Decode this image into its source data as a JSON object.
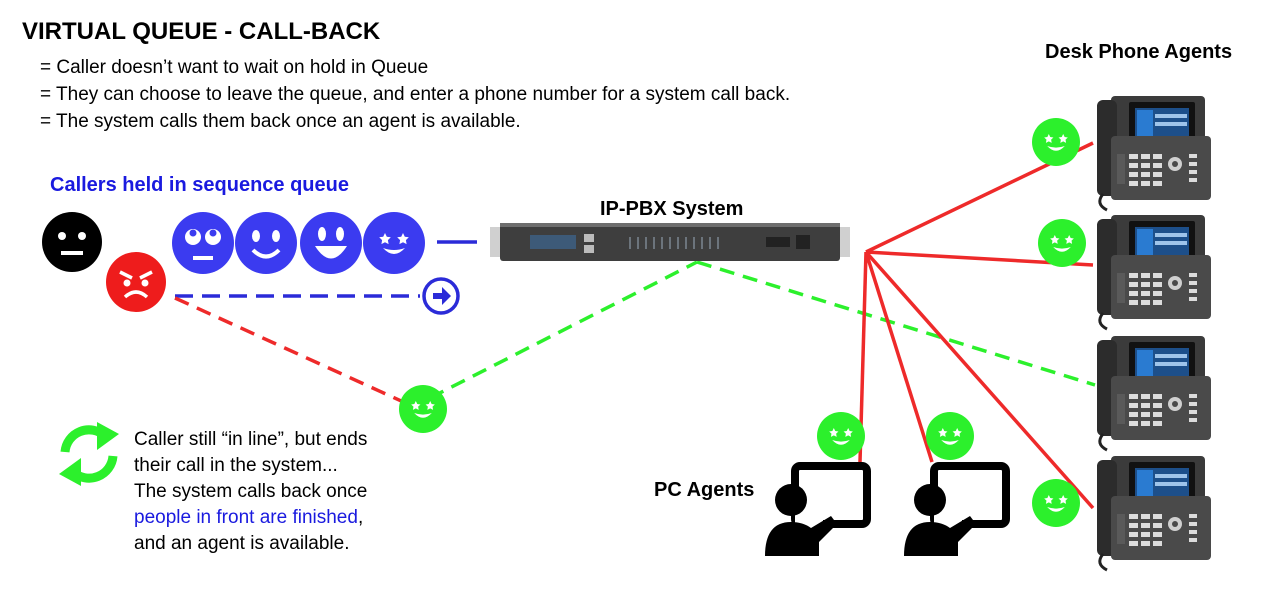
{
  "header": {
    "title": "VIRTUAL QUEUE - CALL-BACK",
    "bullets": [
      "= Caller doesn’t want to wait on hold in Queue",
      "= They can choose to leave the queue, and enter a phone number for a system call back.",
      "= The system calls them back once an agent is available."
    ]
  },
  "labels": {
    "callers_queue": "Callers held in sequence queue",
    "pbx": "IP-PBX System",
    "desk_agents": "Desk Phone Agents",
    "pc_agents": "PC Agents"
  },
  "note": {
    "line1": "Caller still “in line”, but ends",
    "line2": "their call in the system...",
    "line3": "The system calls back once",
    "line4_blue": "people in front are finished",
    "line4_rest": ",",
    "line5": "and an agent is available."
  },
  "colors": {
    "blue": "#3b3bf0",
    "text_blue": "#1a1adf",
    "green": "#2cf02c",
    "red": "#ee1c1c",
    "line_red": "#ee2a2a",
    "black": "#000000"
  },
  "icons": {
    "queue_faces": [
      "neutral-face-icon",
      "angry-face-icon",
      "rolling-eyes-face-icon",
      "smiling-face-icon",
      "grinning-face-icon",
      "star-eyes-face-icon"
    ],
    "agent_faces": "star-eyes-face-icon",
    "callback_symbol": "refresh-arrows-icon",
    "queue_exit": "arrow-circle-right-icon",
    "pc_agent": "presenter-screen-icon",
    "desk_phone": "desk-phone-icon",
    "pbx_device": "rack-server-icon"
  }
}
